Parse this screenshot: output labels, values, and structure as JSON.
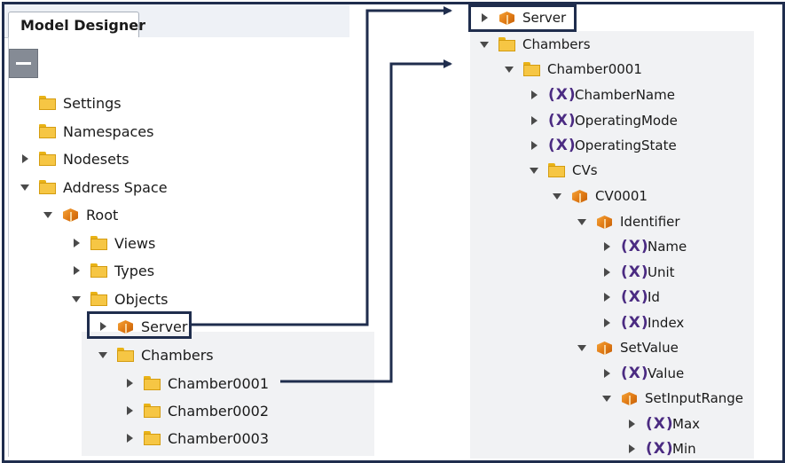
{
  "left": {
    "tab_label": "Model Designer",
    "toolbar_icon": "collapse-minus-icon",
    "nodes": [
      {
        "label": "Settings",
        "icon": "folder-icon",
        "state": "none"
      },
      {
        "label": "Namespaces",
        "icon": "folder-icon",
        "state": "none"
      },
      {
        "label": "Nodesets",
        "icon": "folder-icon",
        "state": "collapsed"
      },
      {
        "label": "Address Space",
        "icon": "folder-icon",
        "state": "expanded"
      },
      {
        "label": "Root",
        "icon": "cube-icon",
        "state": "expanded"
      },
      {
        "label": "Views",
        "icon": "folder-icon",
        "state": "collapsed"
      },
      {
        "label": "Types",
        "icon": "folder-icon",
        "state": "collapsed"
      },
      {
        "label": "Objects",
        "icon": "folder-icon",
        "state": "expanded"
      },
      {
        "label": "Server",
        "icon": "cube-icon",
        "state": "collapsed"
      },
      {
        "label": "Chambers",
        "icon": "folder-icon",
        "state": "expanded"
      },
      {
        "label": "Chamber0001",
        "icon": "folder-icon",
        "state": "collapsed"
      },
      {
        "label": "Chamber0002",
        "icon": "folder-icon",
        "state": "collapsed"
      },
      {
        "label": "Chamber0003",
        "icon": "folder-icon",
        "state": "collapsed"
      }
    ]
  },
  "right": {
    "var_glyph": "(X)",
    "nodes": [
      {
        "label": "Server",
        "icon": "cube-icon",
        "state": "collapsed"
      },
      {
        "label": "Chambers",
        "icon": "folder-icon",
        "state": "expanded"
      },
      {
        "label": "Chamber0001",
        "icon": "folder-icon",
        "state": "expanded"
      },
      {
        "label": "ChamberName",
        "icon": "variable-icon",
        "state": "collapsed"
      },
      {
        "label": "OperatingMode",
        "icon": "variable-icon",
        "state": "collapsed"
      },
      {
        "label": "OperatingState",
        "icon": "variable-icon",
        "state": "collapsed"
      },
      {
        "label": "CVs",
        "icon": "folder-icon",
        "state": "expanded"
      },
      {
        "label": "CV0001",
        "icon": "cube-icon",
        "state": "expanded"
      },
      {
        "label": "Identifier",
        "icon": "cube-icon",
        "state": "expanded"
      },
      {
        "label": "Name",
        "icon": "variable-icon",
        "state": "collapsed"
      },
      {
        "label": "Unit",
        "icon": "variable-icon",
        "state": "collapsed"
      },
      {
        "label": "Id",
        "icon": "variable-icon",
        "state": "collapsed"
      },
      {
        "label": "Index",
        "icon": "variable-icon",
        "state": "collapsed"
      },
      {
        "label": "SetValue",
        "icon": "cube-icon",
        "state": "expanded"
      },
      {
        "label": "Value",
        "icon": "variable-icon",
        "state": "collapsed"
      },
      {
        "label": "SetInputRange",
        "icon": "cube-icon",
        "state": "expanded"
      },
      {
        "label": "Max",
        "icon": "variable-icon",
        "state": "collapsed"
      },
      {
        "label": "Min",
        "icon": "variable-icon",
        "state": "collapsed"
      }
    ]
  },
  "colors": {
    "border": "#1f2d4d",
    "folder": "#f6c644",
    "cube": "#e27d17",
    "variable": "#4b2b82"
  }
}
